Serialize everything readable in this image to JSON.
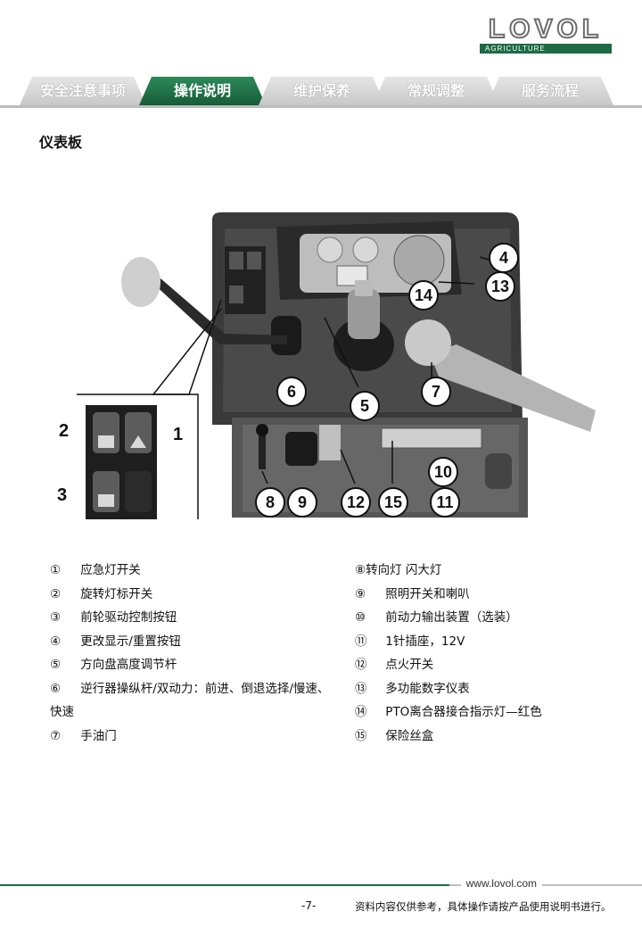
{
  "brand": {
    "name": "LOVOL",
    "tagline": "AGRICULTURE"
  },
  "tabs": [
    {
      "label": "安全注意事项",
      "active": false
    },
    {
      "label": "操作说明",
      "active": true
    },
    {
      "label": "维护保养",
      "active": false
    },
    {
      "label": "常规调整",
      "active": false
    },
    {
      "label": "服务流程",
      "active": false
    }
  ],
  "section_title": "仪表板",
  "figure": {
    "callouts": [
      "4",
      "13",
      "14",
      "6",
      "7",
      "5",
      "8",
      "9",
      "12",
      "15",
      "10",
      "11"
    ],
    "inset_labels": [
      "2",
      "1",
      "3"
    ]
  },
  "legend_left": [
    {
      "num": "①",
      "text": "应急灯开关"
    },
    {
      "num": "②",
      "text": "旋转灯标开关"
    },
    {
      "num": "③",
      "text": "前轮驱动控制按钮"
    },
    {
      "num": "④",
      "text": "更改显示/重置按钮"
    },
    {
      "num": "⑤",
      "text": "方向盘高度调节杆"
    },
    {
      "num": "⑥",
      "text": "逆行器操纵杆/双动力：前进、倒退选择/慢速、快速"
    },
    {
      "num": "⑦",
      "text": "手油门"
    }
  ],
  "legend_right": [
    {
      "num": "⑧",
      "text": "转向灯  闪大灯"
    },
    {
      "num": "⑨",
      "text": "照明开关和喇叭"
    },
    {
      "num": "⑩",
      "text": "前动力输出装置（选装）"
    },
    {
      "num": "⑪",
      "text": "1针插座，12V"
    },
    {
      "num": "⑫",
      "text": "点火开关"
    },
    {
      "num": "⑬",
      "text": "多功能数字仪表"
    },
    {
      "num": "⑭",
      "text": "PTO离合器接合指示灯—红色"
    },
    {
      "num": "⑮",
      "text": "保险丝盒"
    }
  ],
  "footer": {
    "url": "www.lovol.com",
    "page": "-7-",
    "note": "资料内容仅供参考，具体操作请按产品使用说明书进行。"
  }
}
